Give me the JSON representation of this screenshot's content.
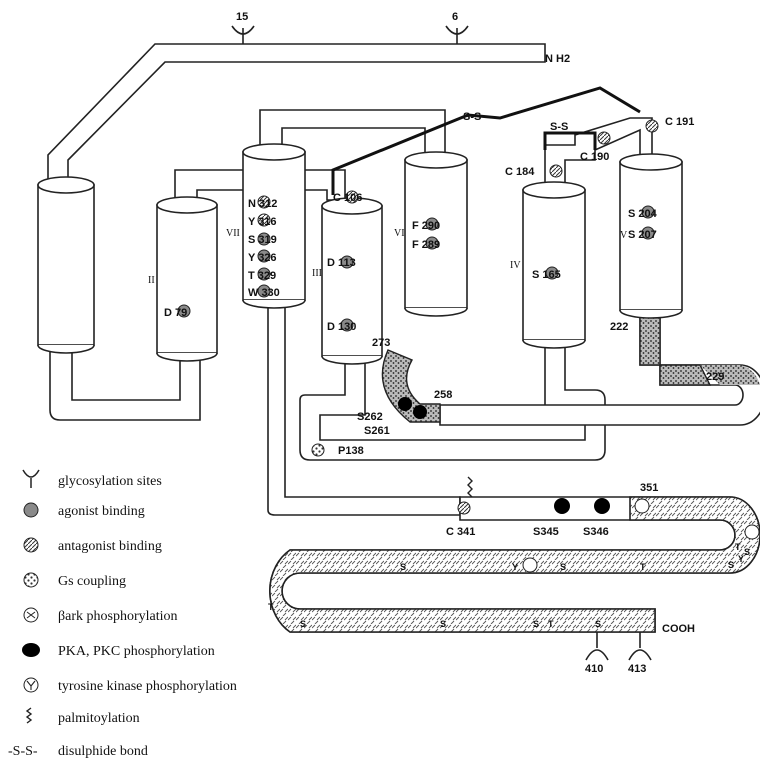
{
  "labels": {
    "nh2": "N H2",
    "cooh": "COOH",
    "ss_top": "S-S",
    "ss_small": "S-S",
    "glyco_15": "15",
    "glyco_6": "6",
    "glyco_410": "410",
    "glyco_413": "413",
    "c191": "C 191",
    "c190": "C 190",
    "c184": "C 184",
    "c106": "C 106",
    "n312": "N 312",
    "y316": "Y 316",
    "s319": "S 319",
    "y326": "Y 326",
    "t329": "T 329",
    "w330": "W 330",
    "d113": "D 113",
    "d130": "D 130",
    "f290": "F 290",
    "f289": "F 289",
    "s165": "S 165",
    "s204": "S 204",
    "s207": "S 207",
    "d79": "D 79",
    "n222": "222",
    "n229": "229",
    "n273": "273",
    "n258": "258",
    "s262": "S262",
    "s261": "S261",
    "p138": "P138",
    "c341": "C 341",
    "s345": "S345",
    "s346": "S346",
    "n351": "351",
    "h2": "II",
    "h3": "III",
    "h4": "IV",
    "h5": "V",
    "h6": "VI",
    "h7": "VII"
  },
  "tail_letters": [
    "T",
    "Y",
    "S",
    "T",
    "S",
    "S",
    "Y",
    "S",
    "T",
    "S",
    "S",
    "S",
    "T",
    "S"
  ],
  "legend": [
    {
      "symbol": "glycosylation",
      "text": "glycosylation sites"
    },
    {
      "symbol": "agonist",
      "text": "agonist binding"
    },
    {
      "symbol": "antagonist",
      "text": "antagonist binding"
    },
    {
      "symbol": "gs",
      "text": "Gs coupling"
    },
    {
      "symbol": "bark",
      "text": "βark phosphorylation"
    },
    {
      "symbol": "pka",
      "text": "PKA, PKC phosphorylation"
    },
    {
      "symbol": "tyrosine",
      "text": "tyrosine kinase phosphorylation"
    },
    {
      "symbol": "palmitoylation",
      "text": "palmitoylation"
    },
    {
      "symbol": "disulphide",
      "text": "disulphide bond",
      "glyph": "-S-S-"
    }
  ],
  "colors": {
    "agonist": "#8a8a8a",
    "antagonist": "#9a9a9a",
    "pka": "#000000",
    "line": "#222222"
  }
}
